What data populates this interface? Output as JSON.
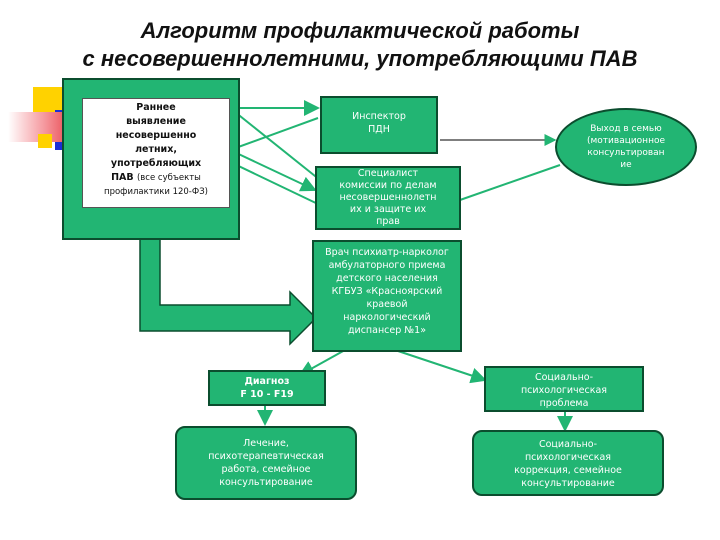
{
  "title": {
    "line1": "Алгоритм профилактической работы",
    "line2": "с несовершеннолетними, употребляющими ПАВ"
  },
  "boxes": {
    "early_detection": {
      "line1": "Раннее",
      "line2": "выявление",
      "line3": "несовершенно",
      "line4": "летних,",
      "line5": "употребляющих",
      "line6_main": "ПАВ",
      "line6_note": "(все субъекты",
      "line7": "профилактики 120-ФЗ)"
    },
    "inspector": {
      "line1": "Инспектор",
      "line2": "ПДН"
    },
    "commission": {
      "line1": "Специалист",
      "line2": "комиссии по делам",
      "line3": "несовершеннолетн",
      "line4": "их и защите их",
      "line5": "прав"
    },
    "family_exit": {
      "line1": "Выход в семью",
      "line2": "(мотивационное",
      "line3": "консультирован",
      "line4": "ие"
    },
    "doctor": {
      "line1": "Врач психиатр-нарколог",
      "line2": "амбулаторного приема",
      "line3": "детского населения",
      "line4": "КГБУЗ «Красноярский",
      "line5": "краевой",
      "line6": "наркологический",
      "line7": "диспансер №1»"
    },
    "diagnosis": {
      "line1": "Диагноз",
      "line2": "F 10 - F19"
    },
    "social_problem": {
      "line1": "Социально-",
      "line2": "психологическая",
      "line3": "проблема"
    },
    "treatment": {
      "line1": "Лечение,",
      "line2": "психотерапевтическая",
      "line3": "работа, семейное",
      "line4": "консультирование"
    },
    "social_correction": {
      "line1": "Социально-",
      "line2": "психологическая",
      "line3": "коррекция, семейное",
      "line4": "консультирование"
    }
  },
  "colors": {
    "box_fill": "#22b573",
    "box_border": "#0b4d2e",
    "deco_yellow": "#ffd200",
    "deco_blue": "#1a2fd6",
    "deco_red": "#e8424a"
  }
}
